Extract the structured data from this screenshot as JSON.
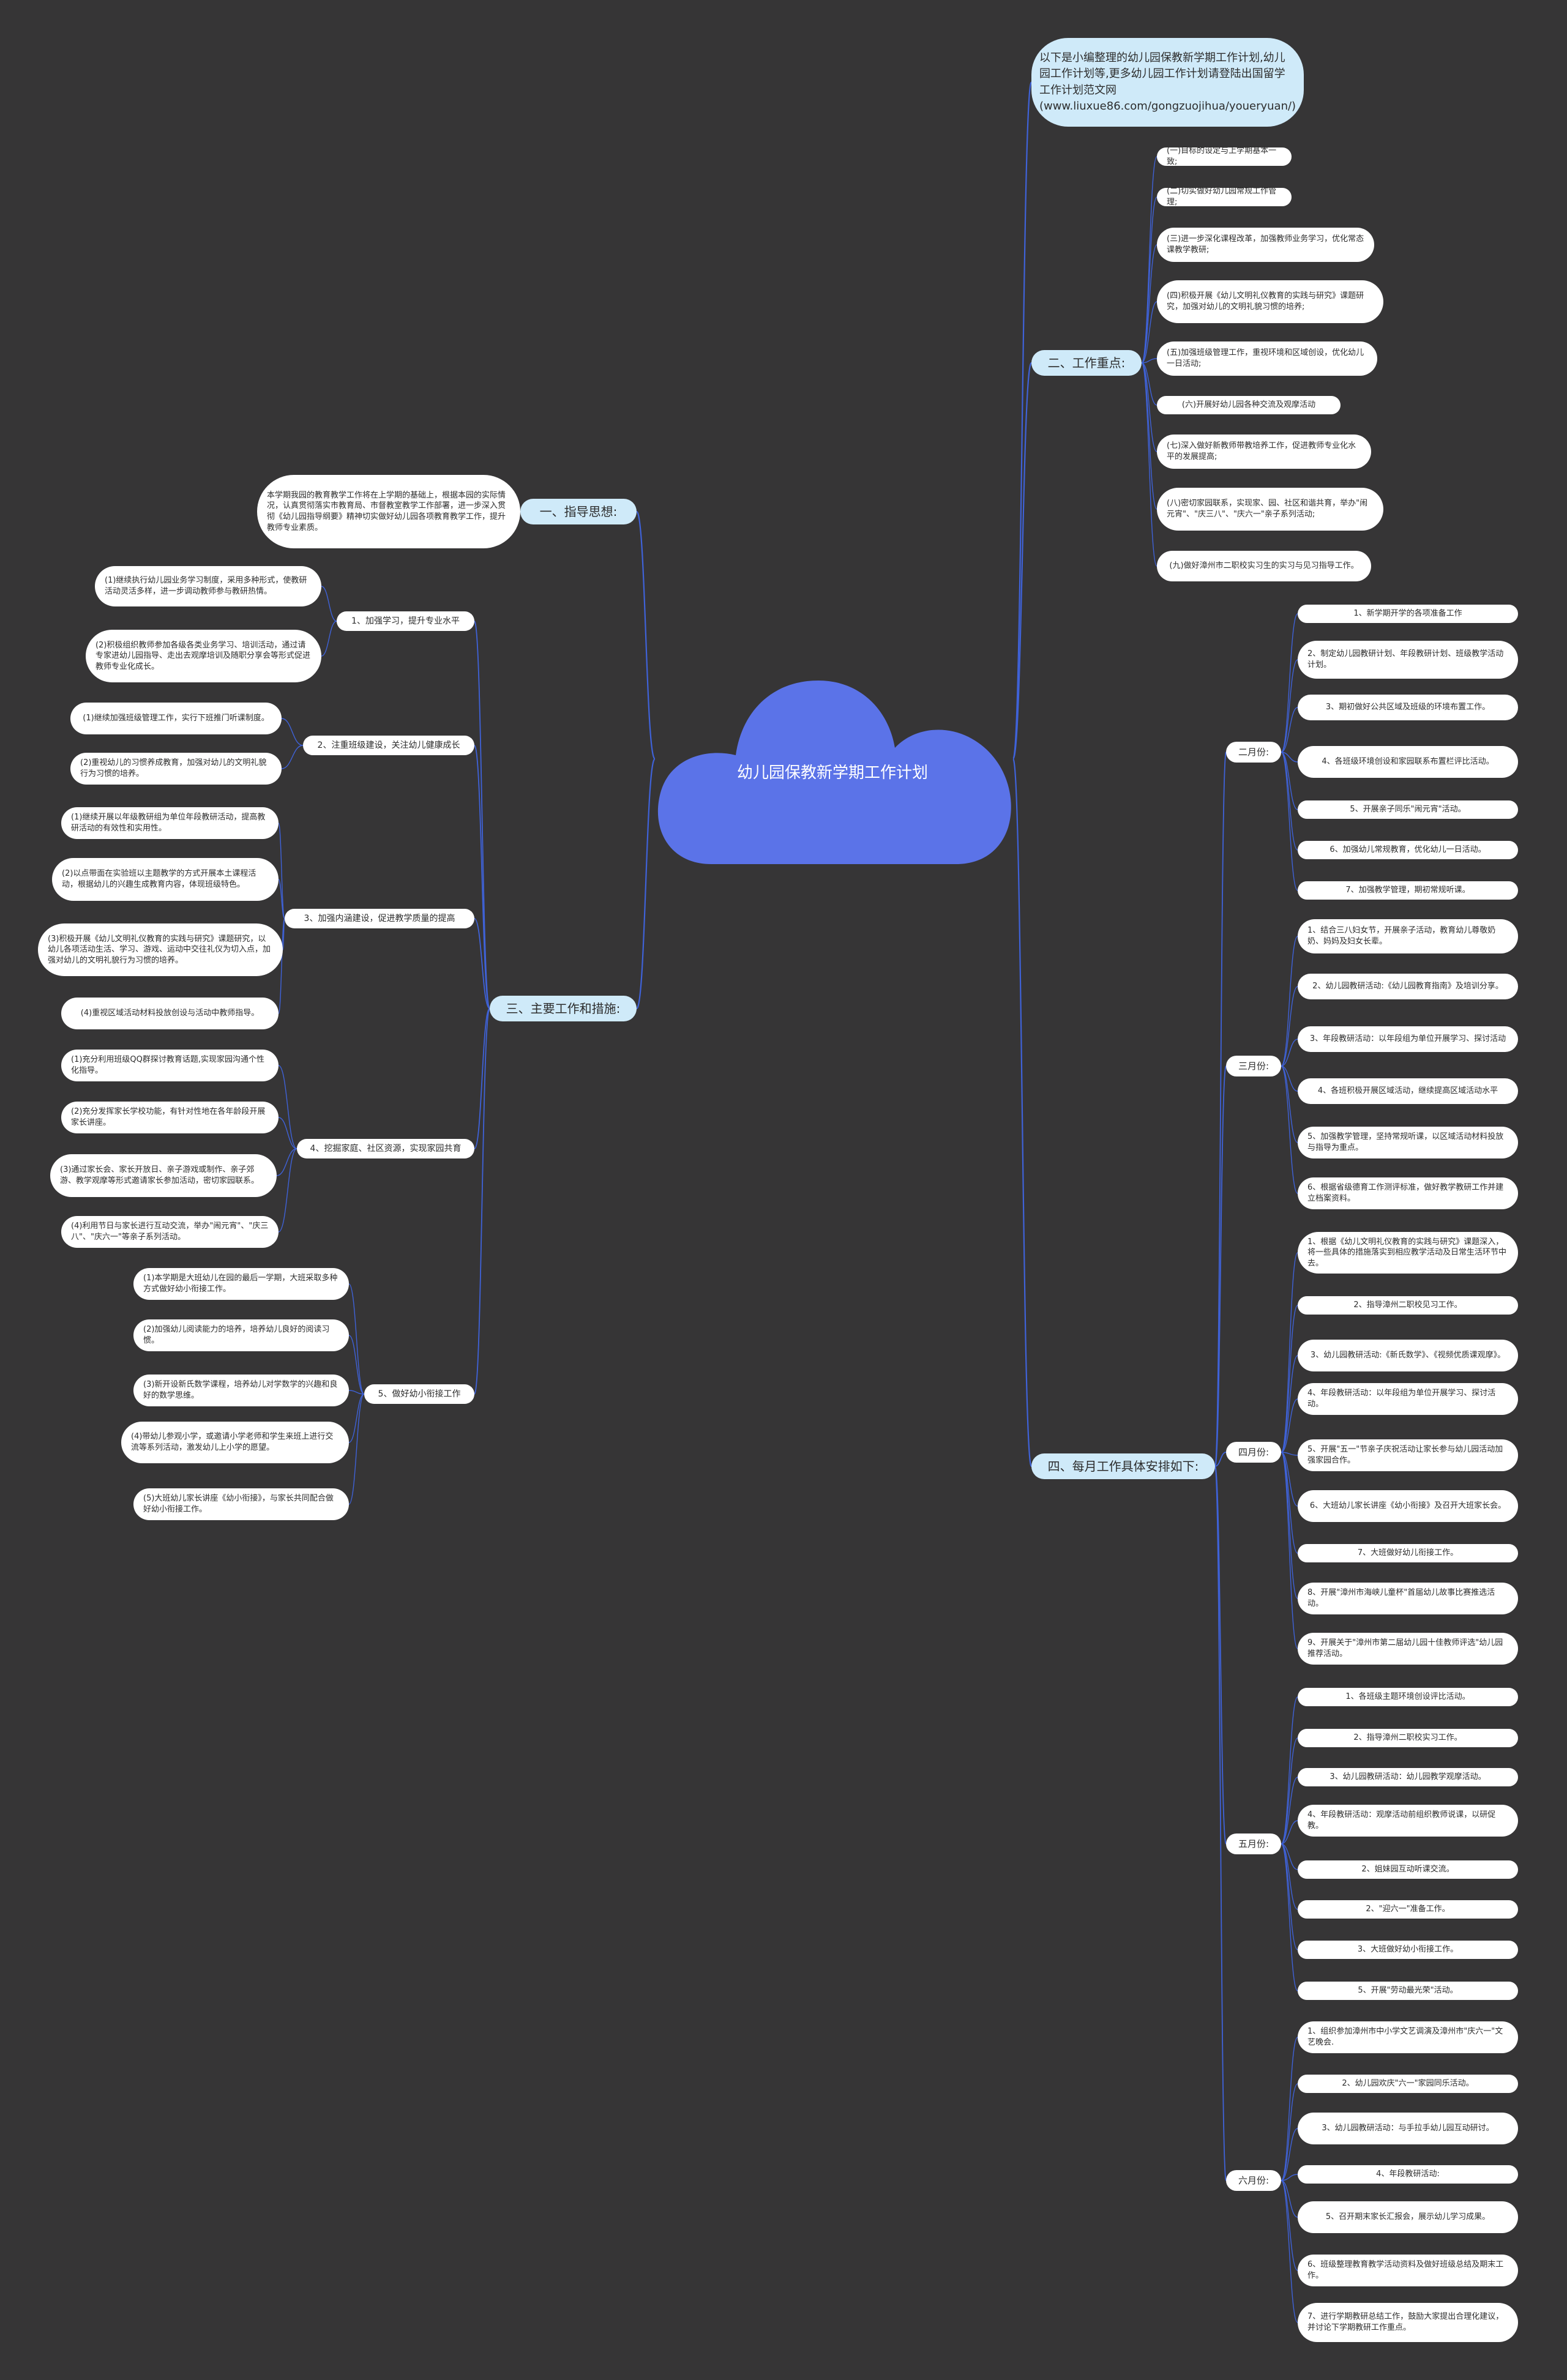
{
  "central_topic": "幼儿园保教新学期工作计划",
  "intro": "以下是小编整理的幼儿园保教新学期工作计划,幼儿园工作计划等,更多幼儿园工作计划请登陆出国留学工作计划范文网(www.liuxue86.com/gongzuojihua/youeryuan/)",
  "colors": {
    "background": "#363536",
    "cloud": "#5b73e8",
    "link": "#3f62d8",
    "major_fill": "#cfeaf9",
    "leaf_fill": "#ffffff"
  },
  "left": {
    "guiding": {
      "label": "一、指导思想:",
      "text": "本学期我园的教育教学工作将在上学期的基础上，根据本园的实际情况，认真贯彻落实市教育局、市督教室教学工作部署，进一步深入贯彻《幼儿园指导纲要》精神切实做好幼儿园各项教育教学工作，提升教师专业素质。"
    },
    "measures": {
      "label": "三、主要工作和措施:",
      "groups": [
        {
          "label": "1、加强学习，提升专业水平",
          "items": [
            "(1)继续执行幼儿园业务学习制度，采用多种形式，使教研活动灵活多样，进一步调动教师参与教研热情。",
            "(2)积极组织教师参加各级各类业务学习、培训活动，通过请专家进幼儿园指导、走出去观摩培训及随职分享会等形式促进教师专业化成长。"
          ]
        },
        {
          "label": "2、注重班级建设，关注幼儿健康成长",
          "items": [
            "(1)继续加强班级管理工作，实行下班推门听课制度。",
            "(2)重视幼儿的习惯养成教育，加强对幼儿的文明礼貌行为习惯的培养。"
          ]
        },
        {
          "label": "3、加强内涵建设，促进教学质量的提高",
          "items": [
            "(1)继续开展以年级教研组为单位年段教研活动，提高教研活动的有效性和实用性。",
            "(2)以点带面在实验班以主题教学的方式开展本土课程活动，根据幼儿的兴趣生成教育内容，体现班级特色。",
            "(3)积极开展《幼儿文明礼仪教育的实践与研究》课题研究，以幼儿各项活动生活、学习、游戏、运动中交往礼仪为切入点，加强对幼儿的文明礼貌行为习惯的培养。",
            "(4)重视区域活动材料投放创设与活动中教师指导。"
          ]
        },
        {
          "label": "4、挖掘家庭、社区资源，实现家园共育",
          "items": [
            "(1)充分利用班级QQ群探讨教育话题,实现家园沟通个性化指导。",
            "(2)充分发挥家长学校功能，有针对性地在各年龄段开展家长讲座。",
            "(3)通过家长会、家长开放日、亲子游戏或制作、亲子郊游、教学观摩等形式邀请家长参加活动，密切家园联系。",
            "(4)利用节日与家长进行互动交流，举办\"闹元宵\"、\"庆三八\"、\"庆六一\"等亲子系列活动。"
          ]
        },
        {
          "label": "5、做好幼小衔接工作",
          "items": [
            "(1)本学期是大班幼儿在园的最后一学期，大班采取多种方式做好幼小衔接工作。",
            "(2)加强幼儿阅读能力的培养，培养幼儿良好的阅读习惯。",
            "(3)新开设新氏数学课程，培养幼儿对学数学的兴趣和良好的数学思维。",
            "(4)带幼儿参观小学，或邀请小学老师和学生来班上进行交流等系列活动，激发幼儿上小学的愿望。",
            "(5)大班幼儿家长讲座《幼小衔接》，与家长共同配合做好幼小衔接工作。"
          ]
        }
      ]
    }
  },
  "right": {
    "focus": {
      "label": "二、工作重点:",
      "items": [
        "(一)目标的设定与上学期基本一致;",
        "(二)切实做好幼儿园常规工作管理;",
        "(三)进一步深化课程改革，加强教师业务学习，优化常态课教学教研;",
        "(四)积极开展《幼儿文明礼仪教育的实践与研究》课题研究，加强对幼儿的文明礼貌习惯的培养;",
        "(五)加强班级管理工作，重视环境和区域创设，优化幼儿一日活动;",
        "(六)开展好幼儿园各种交流及观摩活动",
        "(七)深入做好新教师带教培养工作，促进教师专业化水平的发展提高;",
        "(八)密切家园联系，实现家、园、社区和谐共育，举办\"闹元宵\"、\"庆三八\"、\"庆六一\"亲子系列活动;",
        "(九)做好漳州市二职校实习生的实习与见习指导工作。"
      ]
    },
    "monthly": {
      "label": "四、每月工作具体安排如下:",
      "months": [
        {
          "label": "二月份:",
          "items": [
            "1、新学期开学的各项准备工作",
            "2、制定幼儿园教研计划、年段教研计划、班级教学活动计划。",
            "3、期初做好公共区域及班级的环境布置工作。",
            "4、各班级环境创设和家园联系布置栏评比活动。",
            "5、开展亲子同乐\"闹元宵\"活动。",
            "6、加强幼儿常规教育，优化幼儿一日活动。",
            "7、加强教学管理，期初常规听课。"
          ]
        },
        {
          "label": "三月份:",
          "items": [
            "1、结合三八妇女节，开展亲子活动，教育幼儿尊敬奶奶、妈妈及妇女长辈。",
            "2、幼儿园教研活动:《幼儿园教育指南》及培训分享。",
            "3、年段教研活动：以年段组为单位开展学习、探讨活动",
            "4、各班积极开展区域活动，继续提高区域活动水平",
            "5、加强教学管理，坚持常规听课，以区域活动材料投放与指导为重点。",
            "6、根据省级德育工作测评标准，做好教学教研工作并建立档案资料。"
          ]
        },
        {
          "label": "四月份:",
          "items": [
            "1、根据《幼儿文明礼仪教育的实践与研究》课题深入，将一些具体的措施落实到相应教学活动及日常生活环节中去。",
            "2、指导漳州二职校见习工作。",
            "3、幼儿园教研活动:《新氏数学》、《视频优质课观摩》。",
            "4、年段教研活动：以年段组为单位开展学习、探讨活动。",
            "5、开展\"五一\"节亲子庆祝活动让家长参与幼儿园活动加强家园合作。",
            "6、大班幼儿家长讲座《幼小衔接》及召开大班家长会。",
            "7、大班做好幼儿衔接工作。",
            "8、开展\"漳州市海峡儿童杯\"首届幼儿故事比赛推选活动。",
            "9、开展关于\"漳州市第二届幼儿园十佳教师评选\"幼儿园推荐活动。"
          ]
        },
        {
          "label": "五月份:",
          "items": [
            "1、各班级主题环境创设评比活动。",
            "2、指导漳州二职校实习工作。",
            "3、幼儿园教研活动：幼儿园教学观摩活动。",
            "4、年段教研活动：观摩活动前组织教师说课，以研促教。",
            "2、姐妹园互动听课交流。",
            "2、\"迎六一\"准备工作。",
            "3、大班做好幼小衔接工作。",
            "5、开展\"劳动最光荣\"活动。"
          ]
        },
        {
          "label": "六月份:",
          "items": [
            "1、组织参加漳州市中小学文艺调演及漳州市\"庆六一\"文艺晚会.",
            "2、幼儿园欢庆\"六一\"家园同乐活动。",
            "3、幼儿园教研活动：与手拉手幼儿园互动研讨。",
            "4、年段教研活动:",
            "5、召开期末家长汇报会，展示幼儿学习成果。",
            "6、班级整理教育教学活动资料及做好班级总结及期末工作。",
            "7、进行学期教研总结工作，鼓励大家提出合理化建议，并讨论下学期教研工作重点。"
          ]
        }
      ]
    }
  }
}
